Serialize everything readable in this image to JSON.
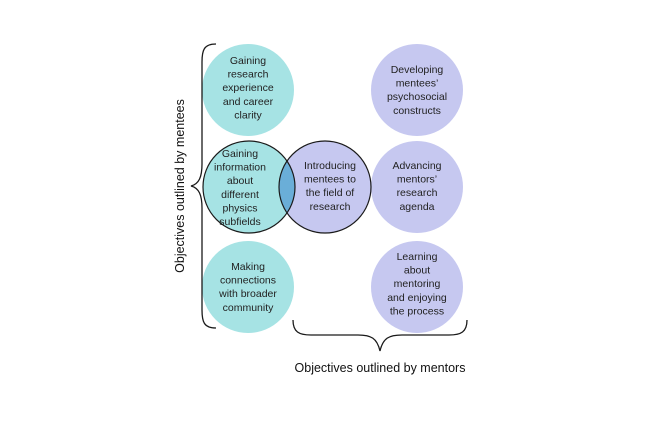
{
  "colors": {
    "mentee": "#a6e3e4",
    "mentor": "#c6c8f0",
    "overlap": "#6aaed8",
    "outline": "#1a1a1a",
    "brace": "#1a1a1a"
  },
  "labels": {
    "mentees_axis": "Objectives outlined by mentees",
    "mentors_axis": "Objectives outlined by mentors"
  },
  "nodes": [
    {
      "id": "gaining-research-experience",
      "group": "mentee",
      "lines": [
        "Gaining",
        "research",
        "experience",
        "and career",
        "clarity"
      ]
    },
    {
      "id": "gaining-information",
      "group": "mentee",
      "lines": [
        "Gaining",
        "information",
        "about",
        "different",
        "physics",
        "subfields"
      ]
    },
    {
      "id": "making-connections",
      "group": "mentee",
      "lines": [
        "Making",
        "connections",
        "with broader",
        "community"
      ]
    },
    {
      "id": "introducing-mentees",
      "group": "mentor",
      "lines": [
        "Introducing",
        "mentees to",
        "the field of",
        "research"
      ]
    },
    {
      "id": "developing-psychosocial",
      "group": "mentor",
      "lines": [
        "Developing",
        "mentees’",
        "psychosocial",
        "constructs"
      ]
    },
    {
      "id": "advancing-research-agenda",
      "group": "mentor",
      "lines": [
        "Advancing",
        "mentors’",
        "research",
        "agenda"
      ]
    },
    {
      "id": "learning-about-mentoring",
      "group": "mentor",
      "lines": [
        "Learning",
        "about",
        "mentoring",
        "and enjoying",
        "the process"
      ]
    }
  ]
}
